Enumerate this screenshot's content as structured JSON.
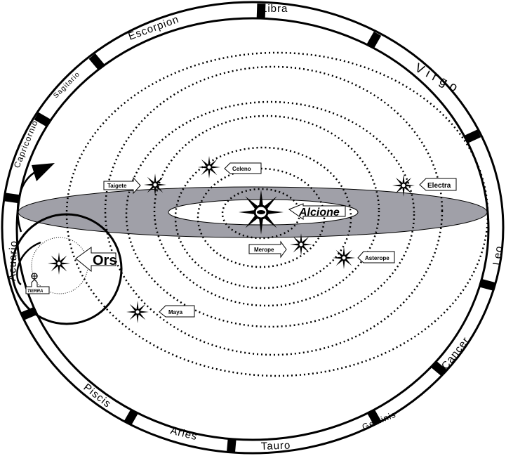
{
  "colors": {
    "disk": "#a0a0a8",
    "ink": "#000000",
    "paper": "#ffffff"
  },
  "zodiac": [
    "Libra",
    "Escorpion",
    "Sagitario",
    "Capricornio",
    "Acuario",
    "Piscis",
    "Aries",
    "Tauro",
    "Geminis",
    "Cancer",
    "Leo",
    "Virgo"
  ],
  "stars": {
    "alcione": "Alcione",
    "ors": "Ors",
    "taigete": "Taigete",
    "celeno": "Celeno",
    "electra": "Electra",
    "merope": "Merope",
    "asterope": "Asterope",
    "maya": "Maya",
    "tierra": "TIERRA"
  }
}
